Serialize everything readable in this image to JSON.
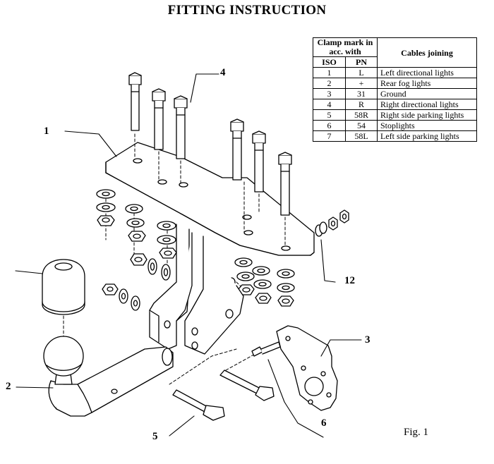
{
  "title": "FITTING INSTRUCTION",
  "table": {
    "header_clamp": "Clamp mark in acc. with",
    "header_cables": "Cables joining",
    "col_iso": "ISO",
    "col_pn": "PN",
    "rows": [
      {
        "iso": "1",
        "pn": "L",
        "desc": "Left directional lights"
      },
      {
        "iso": "2",
        "pn": "+",
        "desc": "Rear fog lights"
      },
      {
        "iso": "3",
        "pn": "31",
        "desc": "Ground"
      },
      {
        "iso": "4",
        "pn": "R",
        "desc": "Right directional lights"
      },
      {
        "iso": "5",
        "pn": "58R",
        "desc": "Right side parking lights"
      },
      {
        "iso": "6",
        "pn": "54",
        "desc": "Stoplights"
      },
      {
        "iso": "7",
        "pn": "58L",
        "desc": "Left side parking lights"
      }
    ]
  },
  "callouts": {
    "c1": "1",
    "c2": "2",
    "c3": "3",
    "c4": "4",
    "c5": "5",
    "c6": "6",
    "c12": "12"
  },
  "figure_label": "Fig. 1"
}
